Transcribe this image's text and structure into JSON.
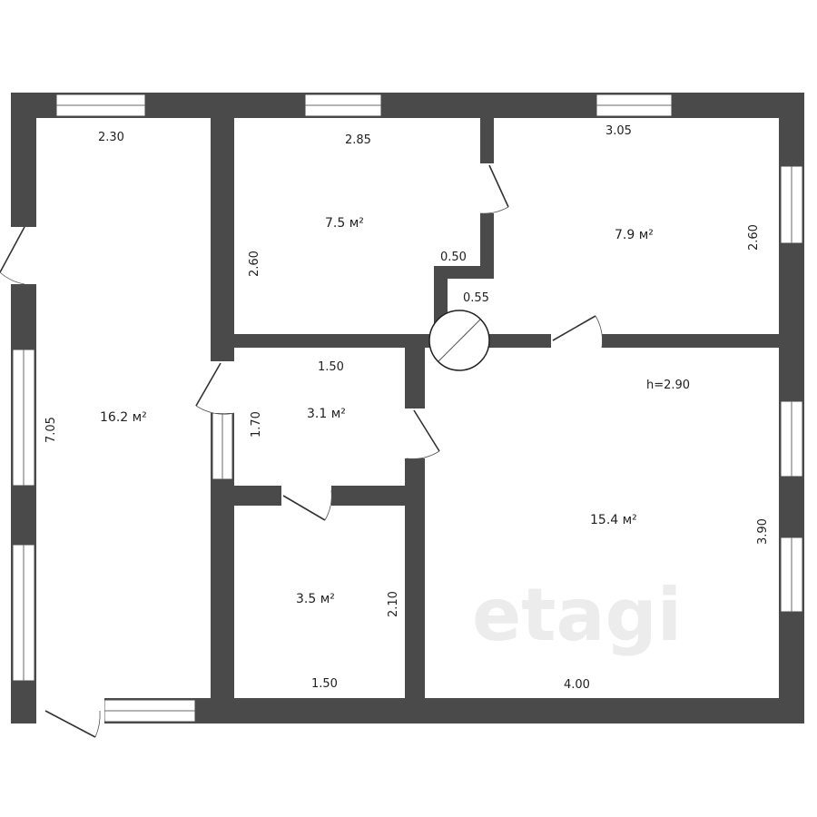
{
  "watermark": "etagi",
  "rooms": [
    {
      "area": "16.2 м²",
      "width": "2.30",
      "length": "7.05"
    },
    {
      "area": "7.5 м²",
      "width": "2.85",
      "length": "2.60",
      "notch": "0.50"
    },
    {
      "area": "7.9 м²",
      "width": "3.05",
      "length": "2.60"
    },
    {
      "area": "3.1 м²",
      "width": "1.50",
      "length": "1.70"
    },
    {
      "area": "3.5 м²",
      "width": "1.50",
      "length": "2.10"
    },
    {
      "area": "15.4 м²",
      "width": "4.00",
      "length": "3.90"
    }
  ],
  "shaft_label": "0.55",
  "ceiling_height": "h=2.90",
  "colors": {
    "wall": "#4a4a4a",
    "background": "#ffffff"
  }
}
